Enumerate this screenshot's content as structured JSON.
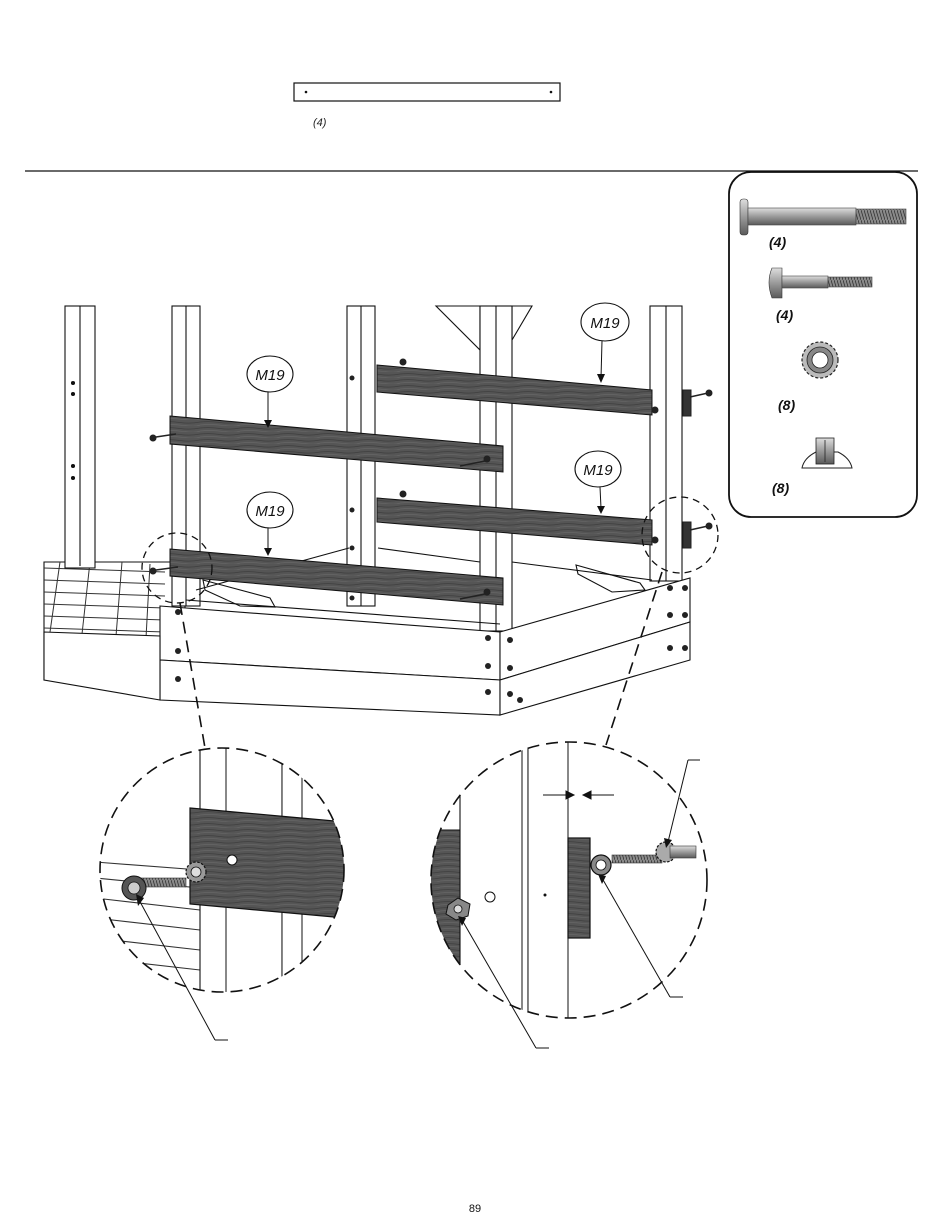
{
  "top_part": {
    "qty": "(4)"
  },
  "hardware": [
    {
      "name": "long-bolt",
      "icon": "bolt-icon",
      "qty": "(4)"
    },
    {
      "name": "short-bolt",
      "icon": "bolt-icon",
      "qty": "(4)"
    },
    {
      "name": "lock-washer",
      "icon": "washer-icon",
      "qty": "(8)"
    },
    {
      "name": "t-nut",
      "icon": "t-nut-icon",
      "qty": "(8)"
    }
  ],
  "callouts": {
    "upper_left": "M19",
    "upper_right": "M19",
    "lower_left": "M19",
    "lower_right": "M19"
  },
  "page_number": "89"
}
